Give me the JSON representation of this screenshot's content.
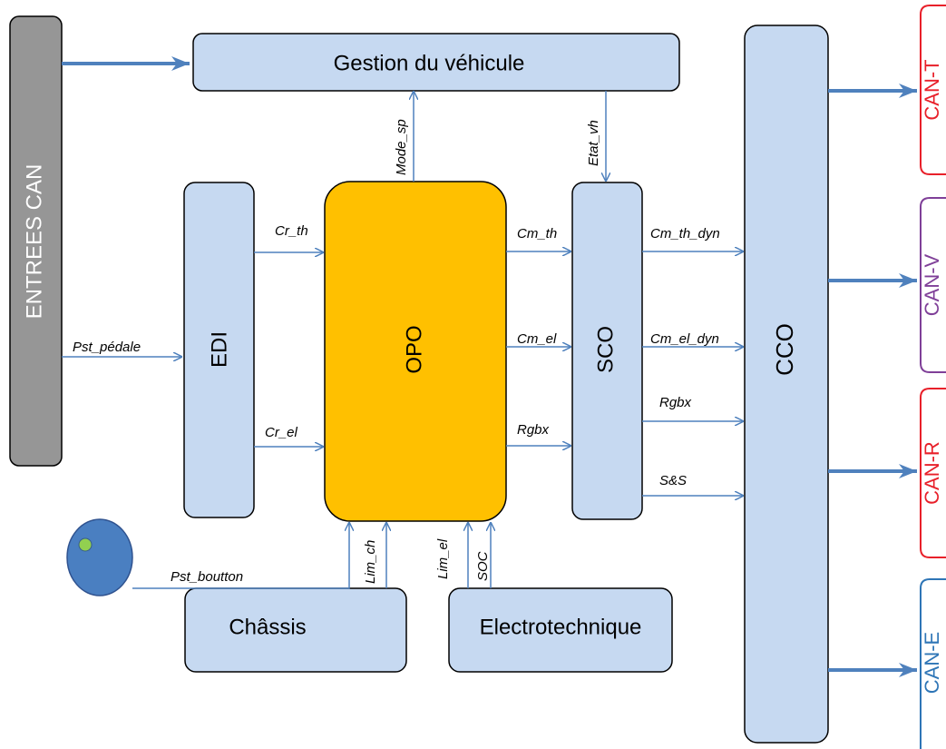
{
  "blocks": {
    "entrees_can": "ENTREES CAN",
    "gestion": "Gestion du véhicule",
    "edi": "EDI",
    "opo": "OPO",
    "sco": "SCO",
    "cco": "CCO",
    "chassis": "Châssis",
    "electrotechnique": "Electrotechnique"
  },
  "signals": {
    "pst_pedale": "Pst_pédale",
    "cr_th": "Cr_th",
    "cr_el": "Cr_el",
    "mode_sp": "Mode_sp",
    "etat_vh": "Etat_vh",
    "cm_th": "Cm_th",
    "cm_el": "Cm_el",
    "rgbx_opo": "Rgbx",
    "cm_th_dyn": "Cm_th_dyn",
    "cm_el_dyn": "Cm_el_dyn",
    "rgbx_sco": "Rgbx",
    "ss": "S&S",
    "pst_boutton": "Pst_boutton",
    "lim_ch": "Lim_ch",
    "lim_el": "Lim_el",
    "soc": "SOC"
  },
  "buses": {
    "can_t": "CAN-T",
    "can_v": "CAN-V",
    "can_r": "CAN-R",
    "can_e": "CAN-E"
  },
  "colors": {
    "block_fill": "#c6d9f1",
    "entrees_fill": "#969696",
    "opo_fill": "#ffc000",
    "arrow": "#4f81bd",
    "can_t": "#e8202a",
    "can_v": "#7f3f98",
    "can_r": "#e8202a",
    "can_e": "#2e75b6",
    "button_fill": "#4a7fc1",
    "button_dot": "#92d050"
  }
}
